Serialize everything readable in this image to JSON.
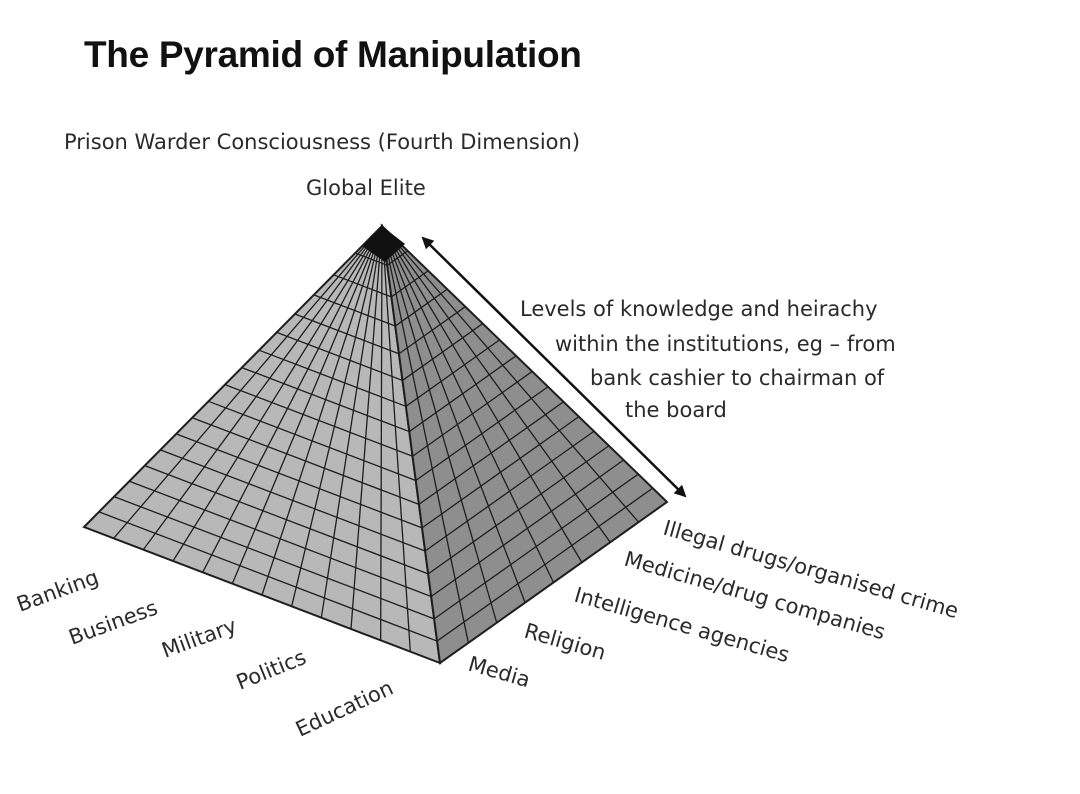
{
  "title": "The Pyramid of Manipulation",
  "subtitle": "Prison Warder Consciousness (Fourth Dimension)",
  "apex_label": "Global Elite",
  "annotation": {
    "lines": [
      "Levels of knowledge and heirachy",
      "within the institutions, eg – from",
      "bank cashier to chairman of",
      "the board"
    ]
  },
  "left_face_labels": [
    "Banking",
    "Business",
    "Military",
    "Politics",
    "Education"
  ],
  "right_face_labels": [
    "Media",
    "Religion",
    "Intelligence agencies",
    "Medicine/drug companies",
    "Illegal drugs/organised crime"
  ],
  "colors": {
    "left_face": "#b8b8b8",
    "right_face": "#8e8e8e",
    "grid_lines": "#1e1e1e",
    "text": "#2a2a2a"
  }
}
